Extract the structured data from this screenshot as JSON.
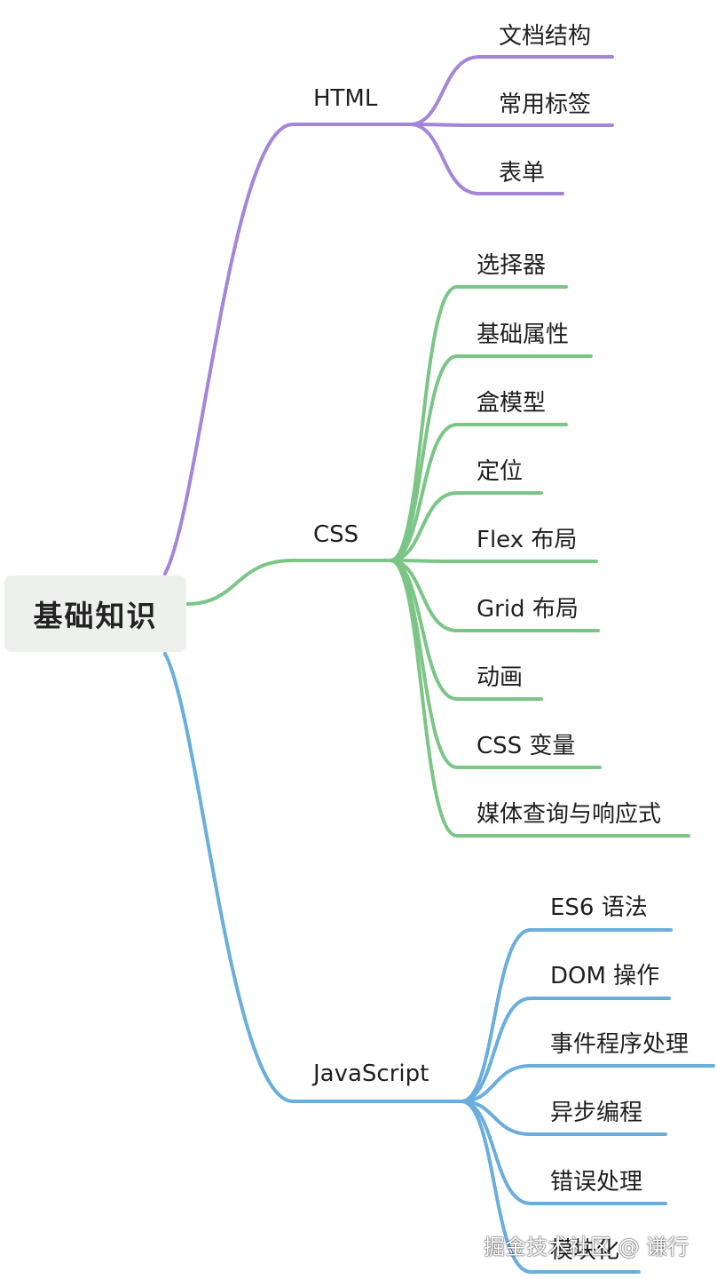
{
  "root": {
    "label": "基础知识"
  },
  "colors": {
    "html": "#a585d9",
    "css": "#7bc686",
    "js": "#6aaede",
    "root_bg": "#eef0ee"
  },
  "branches": [
    {
      "key": "html",
      "label": "HTML",
      "leaves": [
        "文档结构",
        "常用标签",
        "表单"
      ]
    },
    {
      "key": "css",
      "label": "CSS",
      "leaves": [
        "选择器",
        "基础属性",
        "盒模型",
        "定位",
        "Flex 布局",
        "Grid 布局",
        "动画",
        "CSS 变量",
        "媒体查询与响应式"
      ]
    },
    {
      "key": "js",
      "label": "JavaScript",
      "leaves": [
        "ES6 语法",
        "DOM 操作",
        "事件程序处理",
        "异步编程",
        "错误处理",
        "模块化"
      ]
    }
  ],
  "watermark": "掘金技术社区 @ 谦行"
}
